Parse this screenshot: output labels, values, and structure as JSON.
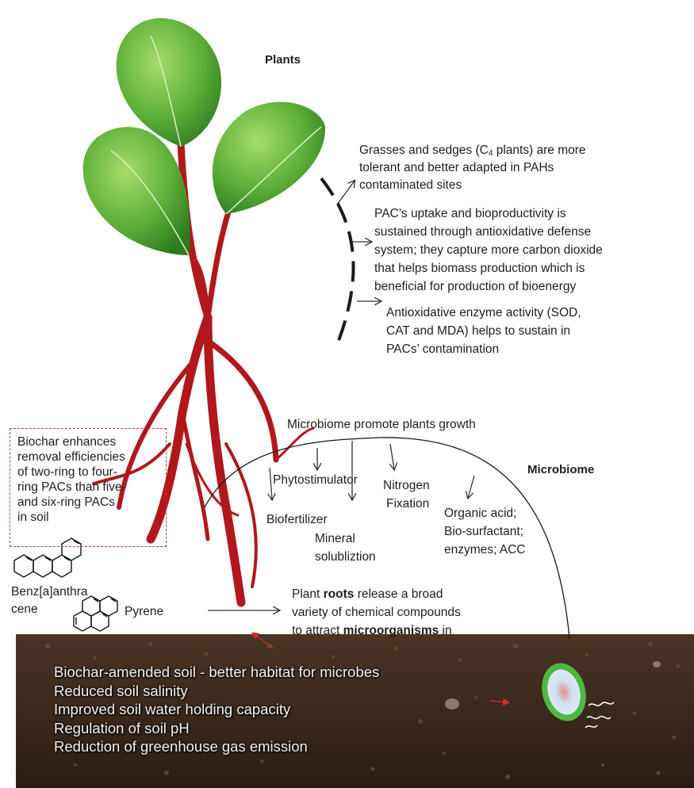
{
  "labels": {
    "plants": "Plants",
    "microbiome": "Microbiome"
  },
  "plant_notes": {
    "note1_a": "Grasses and sedges (C",
    "note1_sub": "4",
    "note1_b": " plants) are more",
    "note1_line2": "tolerant  and  better adapted in PAHs",
    "note1_line3": "contaminated  sites",
    "note2": [
      "PAC’s uptake and bioproductivity  is",
      "sustained through antioxidative defense",
      "system; they capture more carbon dioxide",
      "that helps biomass production which is",
      "beneficial for production of bioenergy"
    ],
    "note3": [
      "Antioxidative enzyme activity (SOD,",
      "CAT and MDA) helps to sustain in",
      "PACs’ contamination"
    ]
  },
  "biochar_box": [
    "Biochar enhances",
    "removal efficiencies",
    "of two-ring to four-",
    "ring PACs than five-",
    "and six-ring PACs",
    "in soil"
  ],
  "molecules": {
    "benz_line1": "Benz[a]anthra",
    "benz_line2": "cene",
    "pyrene": "Pyrene"
  },
  "microbiome_functions": {
    "header": "Microbiome promote plants growth",
    "phytostimulator": "Phytostimulator",
    "biofertilizer": "Biofertilizer",
    "nitrogen_1": "Nitrogen",
    "nitrogen_2": "Fixation",
    "mineral_1": "Mineral",
    "mineral_2": "solubliztion",
    "organic_1": "Organic acid;",
    "organic_2": "Bio-surfactant;",
    "organic_3": "enzymes;  ACC"
  },
  "roots_note": {
    "line1_a": "Plant ",
    "line1_b": "roots",
    "line1_c": " release a broad",
    "line2": "variety of chemical compounds",
    "line3_a": "to attract ",
    "line3_b": "microorganisms",
    "line3_c": " in"
  },
  "soil_benefits": [
    "Biochar-amended soil - better habitat for microbes",
    "Reduced soil salinity",
    "Improved soil water holding capacity",
    "Regulation of soil pH",
    "Reduction of  greenhouse gas emission"
  ],
  "colors": {
    "stem": "#b0181c",
    "leaf_light": "#8fd05a",
    "leaf_dark": "#2f7d1f",
    "soil": "#3b2a1e",
    "box_border": "#a5473f",
    "microbe_ring": "#45b33b"
  }
}
